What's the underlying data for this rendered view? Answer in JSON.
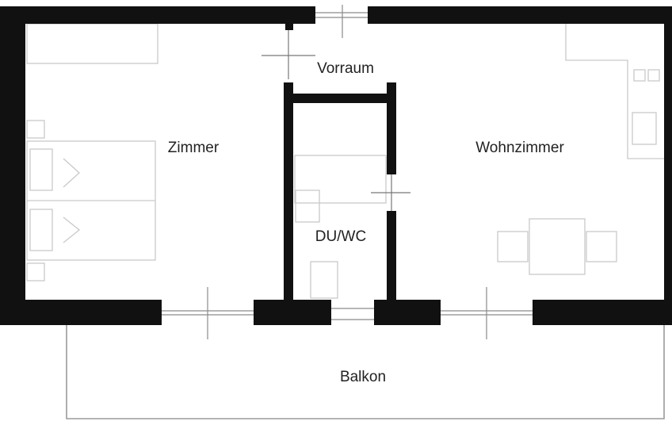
{
  "rooms": {
    "vorraum": "Vorraum",
    "zimmer": "Zimmer",
    "wohnzimmer": "Wohnzimmer",
    "duwc": "DU/WC",
    "balkon": "Balkon"
  },
  "colors": {
    "wall": "#111111",
    "furniture": "#c9c9c9",
    "background": "#ffffff"
  }
}
